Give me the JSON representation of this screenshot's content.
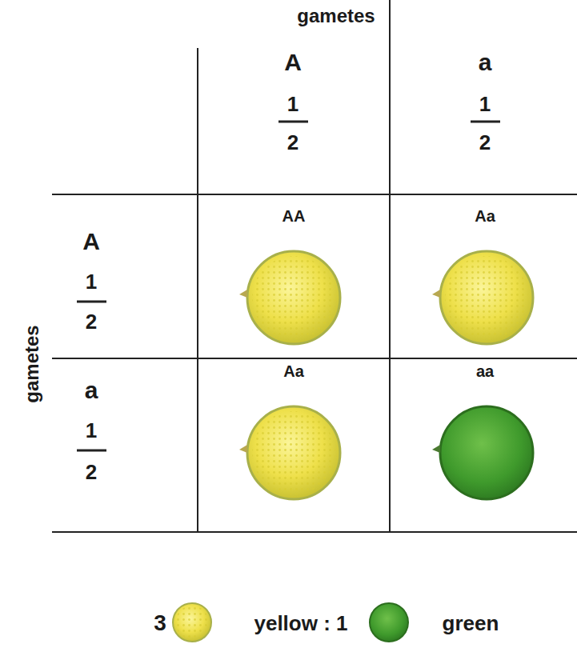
{
  "diagram": {
    "labels": [
      "gametes",
      "A",
      "1",
      "2",
      "a",
      "1",
      "2",
      "gametes",
      "A",
      "1",
      "2",
      "a",
      "1",
      "2",
      "AA",
      "Aa",
      "Aa",
      "aa",
      "3",
      "yellow : 1",
      "green"
    ]
  }
}
